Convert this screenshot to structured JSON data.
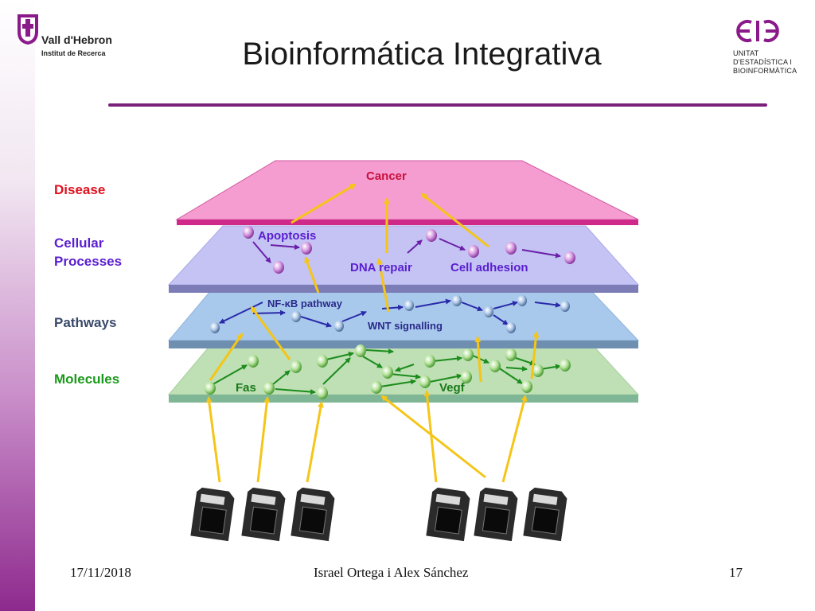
{
  "header": {
    "institution_name": "Vall d'Hebron",
    "institution_sub": "Institut de Recerca",
    "title": "Bioinformática Integrativa",
    "unit_lines": [
      "UNITAT",
      "D'ESTADÍSTICA I",
      "BIOINFORMÀTICA"
    ]
  },
  "layers": {
    "disease": "Disease",
    "cellular_1": "Cellular",
    "cellular_2": "Processes",
    "pathways": "Pathways",
    "molecules": "Molecules"
  },
  "diagram_labels": {
    "cancer": "Cancer",
    "apoptosis": "Apoptosis",
    "dna_repair": "DNA repair",
    "cell_adhesion": "Cell adhesion",
    "nfkb": "NF-κB pathway",
    "wnt": "WNT signalling",
    "fas": "Fas",
    "vegf": "Vegf"
  },
  "colors": {
    "disease": "#e0111f",
    "cellular": "#5a1ecf",
    "pathways": "#3a4a6a",
    "molecules": "#1a9a1a",
    "arrow_yellow": "#f5c518",
    "title_rule": "#7a1f7a"
  },
  "footer": {
    "date": "17/11/2018",
    "authors": "Israel Ortega i Alex Sánchez",
    "page": "17"
  }
}
